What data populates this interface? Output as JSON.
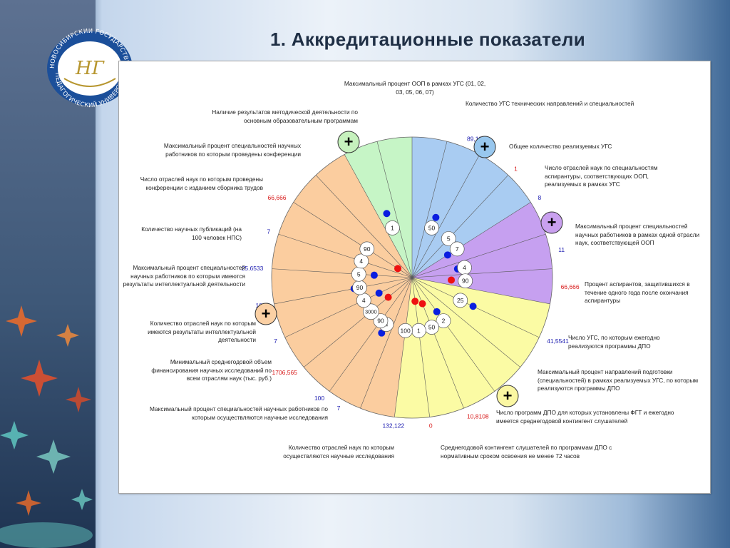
{
  "page": {
    "title": "1. Аккредитационные показатели",
    "logo_text_top": "НОВОСИБИРСКИЙ ГОСУДАРСТВЕННЫЙ",
    "logo_text_bottom": "ПЕДАГОГИЧЕСКИЙ УНИВЕРСИТЕТ",
    "logo_monogram": "НГ",
    "plus_symbol": "+"
  },
  "colors": {
    "sector_blue": "#a9ccf2",
    "sector_purple": "#c6a0f0",
    "sector_yellow": "#fbfba4",
    "sector_orange": "#fbcd9f",
    "sector_green": "#c6f5c6",
    "marker_blue": "#0a1ee0",
    "marker_red": "#ee1111",
    "value_blue": "#1b1bb0",
    "value_red": "#d81b1b",
    "plus_green": "#c6f1bd",
    "plus_blue": "#98c7ee",
    "plus_purple": "#c9a0ef",
    "plus_yellow": "#fbf7a2",
    "plus_orange": "#fbd0a4"
  },
  "chart_data": {
    "type": "radar",
    "sectors": [
      {
        "group": "blue",
        "indicators": [
          0,
          1,
          2,
          3
        ]
      },
      {
        "group": "purple",
        "indicators": [
          4,
          5,
          6
        ]
      },
      {
        "group": "yellow",
        "indicators": [
          7,
          8,
          9,
          10,
          11,
          12
        ]
      },
      {
        "group": "orange",
        "indicators": [
          13,
          14,
          15,
          16,
          17,
          18,
          19,
          20,
          21,
          22
        ]
      },
      {
        "group": "green",
        "indicators": [
          23,
          24
        ]
      }
    ],
    "indicators": [
      {
        "label": "Максимальный процент ООП в рамках УГС (01, 02, 03, 05, 06, 07)",
        "value": "89,18",
        "value_color": "blue",
        "threshold": "50"
      },
      {
        "label": "Количество УГС технических направлений и специальностей",
        "value": "1",
        "value_color": "red",
        "threshold": "5"
      },
      {
        "label": "Общее количество реализуемых УГС",
        "value": "8",
        "value_color": "blue",
        "threshold": "7"
      },
      {
        "label": "Число отраслей наук по специальностям аспирантуры, соответствующих ООП, реализуемых в рамках УГС",
        "value": "11",
        "value_color": "blue",
        "threshold": "4"
      },
      {
        "label": "Максимальный процент специальностей научных работников в рамках одной отрасли наук, соответствующей ООП",
        "value": "66,666",
        "value_color": "red",
        "threshold": "90"
      },
      {
        "label": "Процент аспирантов, защитившихся в течение одного года после окончания аспирантуры",
        "value": "41,5541",
        "value_color": "blue",
        "threshold": "25"
      },
      {
        "label": "Число УГС, по которым ежегодно реализуются программы ДПО",
        "value": "2",
        "value_color": "blue",
        "threshold": "2"
      },
      {
        "label": "Максимальный процент направлений подготовки (специальностей) в рамках реализуемых УГС, по которым реализуются программы ДПО",
        "value": "10,8108",
        "value_color": "red",
        "threshold": "50"
      },
      {
        "label": "Число программ ДПО для которых установлены ФГТ и ежегодно имеется среднегодовой контингент слушателей",
        "value": "0",
        "value_color": "red",
        "threshold": "1"
      },
      {
        "label": "Среднегодовой контингент слушателей по программам ДПО с нормативным сроком освоения не менее 72 часов",
        "value": "132,122",
        "value_color": "blue",
        "threshold": "100"
      },
      {
        "label": "Количество отраслей наук по которым осуществляются научные исследования",
        "value": "7",
        "value_color": "blue",
        "threshold": "4"
      },
      {
        "label": "Максимальный процент специальностей научных работников по которым осуществляются научные исследования",
        "value": "100",
        "value_color": "blue",
        "threshold": "90"
      },
      {
        "label": "Минимальный среднегодовой объем финансирования научных исследований по всем отраслям наук (тыс. руб.)",
        "value": "1706,565",
        "value_color": "red",
        "threshold": "3000"
      },
      {
        "label": "Количество отраслей наук по которым имеются результаты интеллектуальной деятельности",
        "value": "7",
        "value_color": "blue",
        "threshold": "4"
      },
      {
        "label": "Максимальный процент специальностей научных работников по которым имеются результаты интеллектуальной деятельности",
        "value": "100",
        "value_color": "blue",
        "threshold": "90"
      },
      {
        "label": "Количество научных публикаций (на 100 человек НПС)",
        "value": "25.6533",
        "value_color": "blue",
        "threshold": "5"
      },
      {
        "label": "Число отраслей наук по которым проведены конференции с изданием сборника трудов",
        "value": "7",
        "value_color": "blue",
        "threshold": "4"
      },
      {
        "label": "Максимальный процент специальностей научных работников по которым проведены конференции",
        "value": "66,666",
        "value_color": "red",
        "threshold": "90"
      },
      {
        "label": "Наличие результатов методической деятельности по основным образовательным программам",
        "value": "1",
        "value_color": "blue",
        "threshold": "1"
      }
    ]
  }
}
